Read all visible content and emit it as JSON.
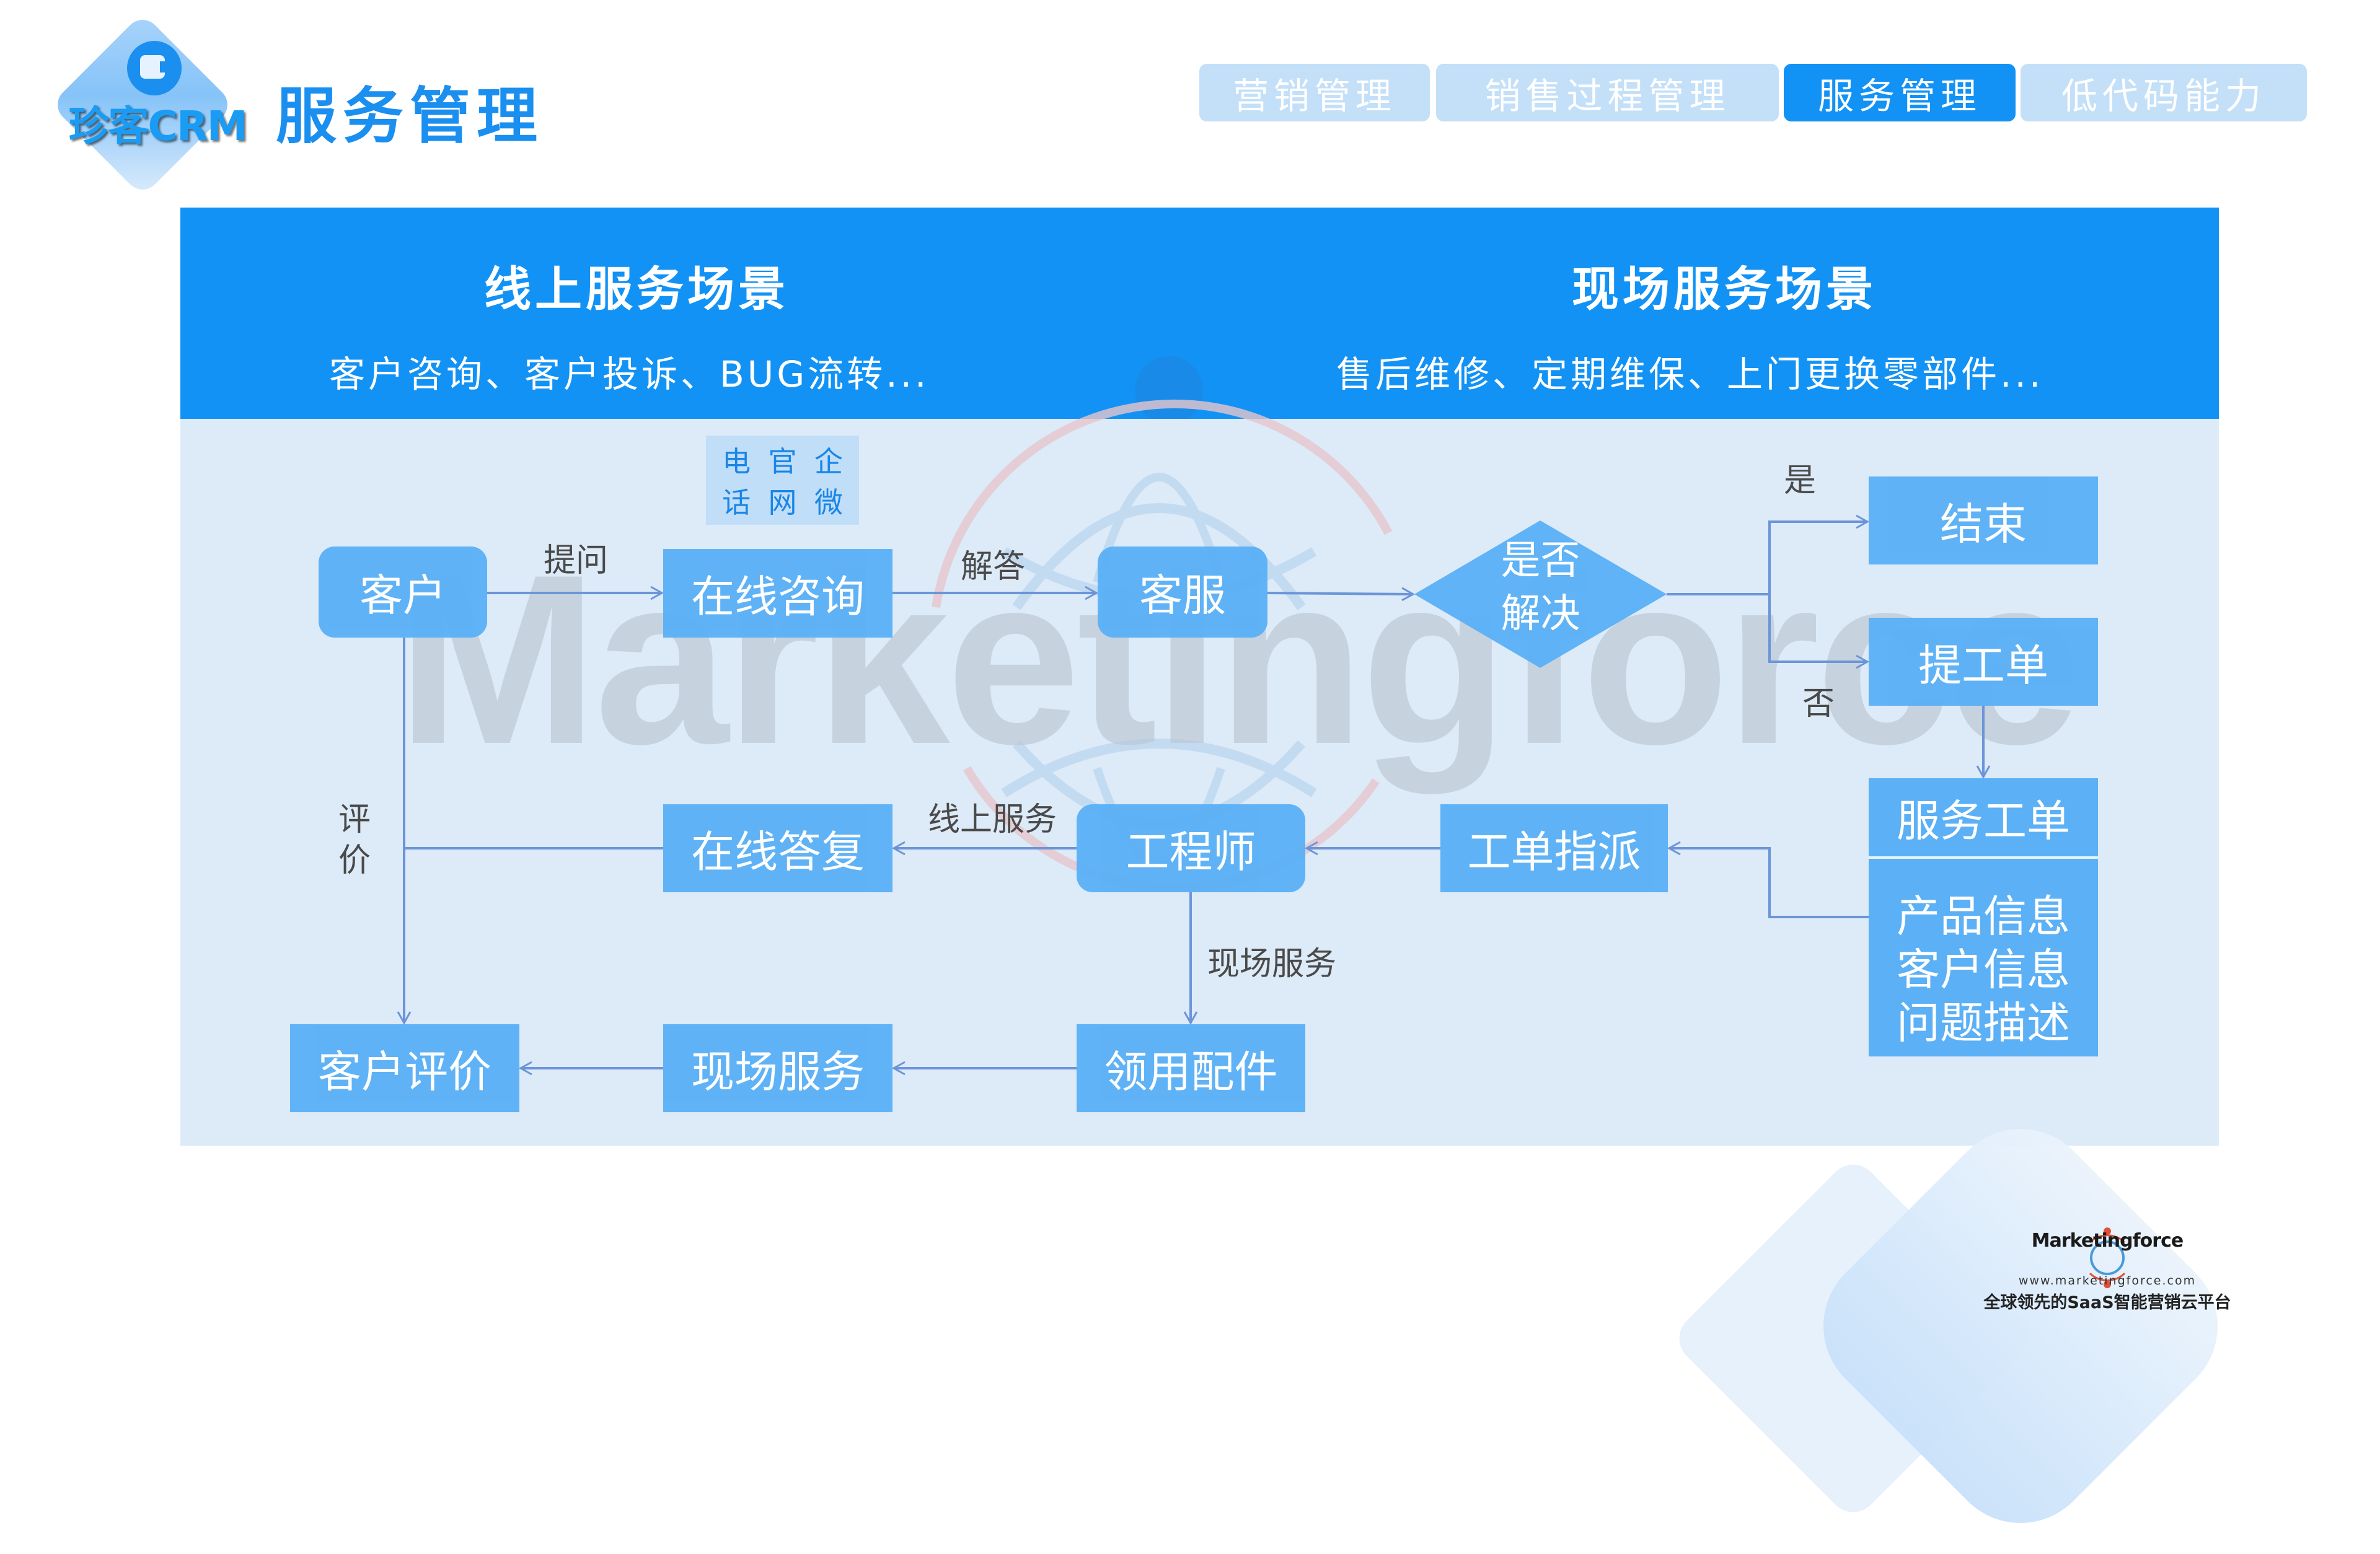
{
  "header": {
    "logo_text": "珍客CRM",
    "page_title": "服务管理",
    "tabs": [
      {
        "label": "营销管理",
        "active": false
      },
      {
        "label": "销售过程管理",
        "active": false
      },
      {
        "label": "服务管理",
        "active": true
      },
      {
        "label": "低代码能力",
        "active": false
      }
    ]
  },
  "banner": {
    "left": {
      "title": "线上服务场景",
      "subtitle": "客户咨询、客户投诉、BUG流转..."
    },
    "right": {
      "title": "现场服务场景",
      "subtitle": "售后维修、定期维保、上门更换零部件..."
    }
  },
  "flow": {
    "channels": [
      "电",
      "官",
      "企",
      "话",
      "网",
      "微"
    ],
    "nodes": {
      "customer": "客户",
      "online_consult": "在线咨询",
      "service_agent": "客服",
      "decision": [
        "是否",
        "解决"
      ],
      "end": "结束",
      "submit_ticket": "提工单",
      "service_ticket": "服务工单",
      "ticket_fields": [
        "产品信息",
        "客户信息",
        "问题描述"
      ],
      "ticket_dispatch": "工单指派",
      "engineer": "工程师",
      "online_reply": "在线答复",
      "customer_review": "客户评价",
      "onsite_service": "现场服务",
      "get_parts": "领用配件"
    },
    "edge_labels": {
      "ask": "提问",
      "answer": "解答",
      "yes": "是",
      "no": "否",
      "online_service": "线上服务",
      "onsite_service": "现场服务",
      "review": [
        "评",
        "价"
      ]
    }
  },
  "watermark": "Marketingforce",
  "footer": {
    "brand": "Marketingforce",
    "url": "www.marketingforce.com",
    "slogan": "全球领先的SaaS智能营销云平台"
  },
  "colors": {
    "primary": "#1292f5",
    "node": "#5bb0f6",
    "panel": "#ddeaf8",
    "tab_inactive": "#c4e0f8",
    "connector": "#6b95d8"
  }
}
